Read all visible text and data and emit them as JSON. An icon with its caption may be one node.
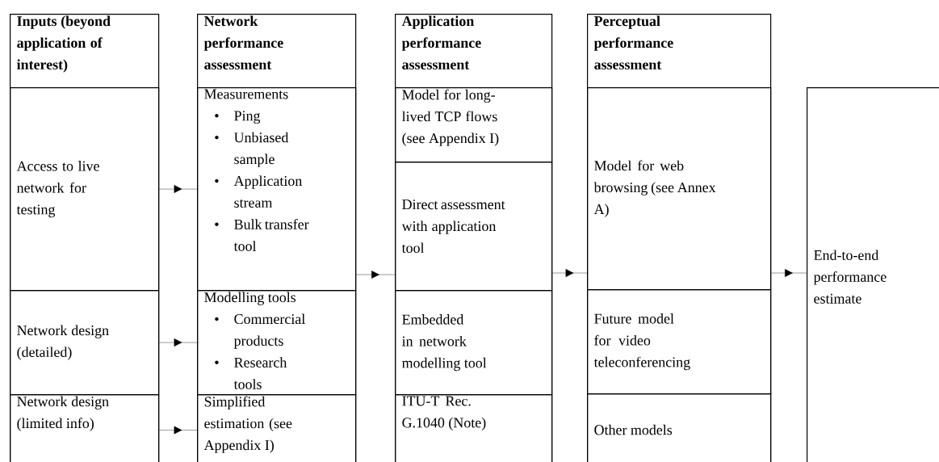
{
  "diagram": {
    "nodes": [
      {
        "text": [
          "Inputs (beyond application of interest)"
        ]
      },
      {
        "text": [
          "Access to live network for testing"
        ],
        "in": 0
      },
      {
        "text": [
          "Network design (detailed)"
        ],
        "in": 0
      },
      {
        "text": [
          "Network design (limited info)"
        ],
        "in": 0
      },
      {
        "text": [
          "Network performance assessment"
        ]
      },
      {
        "text": [
          "Measurements",
          "Ping",
          "Unbiased sample",
          "Application stream",
          "Bulk transfer tool"
        ],
        "in": 4
      },
      {
        "text": [
          "Modelling tools",
          "Commercial products",
          "Research tools"
        ],
        "in": 4
      },
      {
        "text": [
          "Simplified estimation (see Appendix I)"
        ],
        "in": 4
      },
      {
        "text": [
          "Application performance assessment"
        ]
      },
      {
        "text": [
          "Model for long-lived TCP flows (see Appendix I)"
        ],
        "in": 8
      },
      {
        "text": [
          "Direct assessment with application tool"
        ],
        "in": 8
      },
      {
        "text": [
          "Embedded in network modelling tool"
        ],
        "in": 8
      },
      {
        "text": [
          "ITU-T Rec. G.1040 (Note)"
        ],
        "in": 8
      },
      {
        "text": [
          "Perceptual performance assessment"
        ]
      },
      {
        "text": [
          "Model for web browsing (see Annex A)"
        ],
        "in": 13
      },
      {
        "text": [
          "Future model for video teleconferencing"
        ],
        "in": 13
      },
      {
        "text": [
          "Other models"
        ],
        "in": 13
      },
      {
        "text": [
          "End-to-end performance estimate"
        ]
      }
    ],
    "edges": [
      {
        "from": 1,
        "to": 5,
        "arrow": "to"
      },
      {
        "from": 2,
        "to": 6,
        "arrow": "to"
      },
      {
        "from": 3,
        "to": 7,
        "arrow": "to"
      },
      {
        "from": 4,
        "to": 8,
        "arrow": "to"
      },
      {
        "from": 8,
        "to": 13,
        "arrow": "to"
      },
      {
        "from": 13,
        "to": 17,
        "arrow": "to"
      }
    ]
  }
}
